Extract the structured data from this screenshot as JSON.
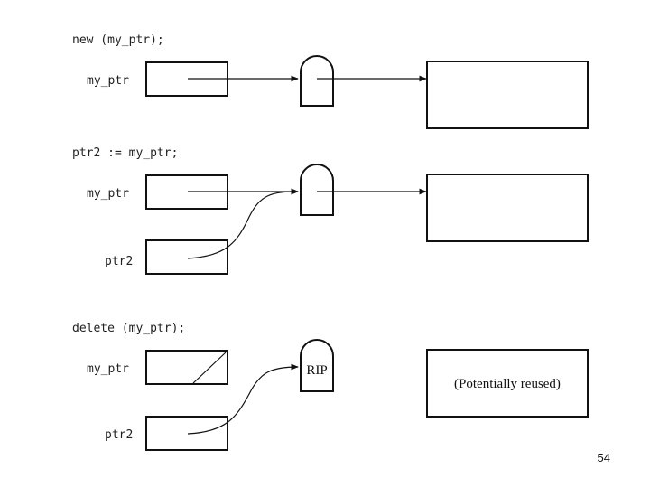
{
  "section1": {
    "code": "new (my_ptr);",
    "ptr_label": "my_ptr"
  },
  "section2": {
    "code": "ptr2 := my_ptr;",
    "ptr1_label": "my_ptr",
    "ptr2_label": "ptr2"
  },
  "section3": {
    "code": "delete (my_ptr);",
    "ptr1_label": "my_ptr",
    "ptr2_label": "ptr2",
    "tombstone_text": "RIP",
    "heap_text": "(Potentially reused)"
  },
  "page_number": "54"
}
